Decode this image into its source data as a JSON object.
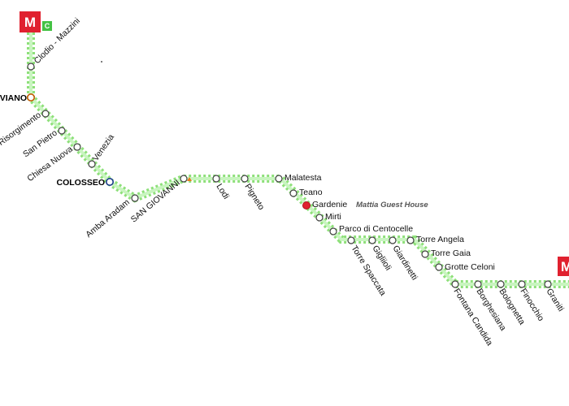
{
  "logo": {
    "text": "M",
    "color": "#e0212f"
  },
  "line": {
    "letter": "C",
    "color": "#44c244"
  },
  "hotel": {
    "label": "Mattia Guest House"
  },
  "stations": [
    "Clodio - Mazzini",
    "OTTAVIANO",
    "Risorgimento",
    "San Pietro",
    "Chiesa Nuova",
    "Venezia",
    "COLOSSEO",
    "Amba Aradam",
    "SAN GIOVANNI",
    "Lodi",
    "Pigneto",
    "Malatesta",
    "Teano",
    "Gardenie",
    "Mirti",
    "Parco di Centocelle",
    "Torre Spaccata",
    "Gigliioli",
    "Giardinetti",
    "Torre Angela",
    "Torre Gaia",
    "Grotte Celoni",
    "Fontana Candida",
    "Borghesiana",
    "Bolognetta",
    "Finocchio",
    "Graniti"
  ],
  "colors": {
    "track": "#8ee07a",
    "track_core": "#c8f5bf",
    "interchange_a": "#c25a00",
    "interchange_b": "#1a3a8a"
  }
}
